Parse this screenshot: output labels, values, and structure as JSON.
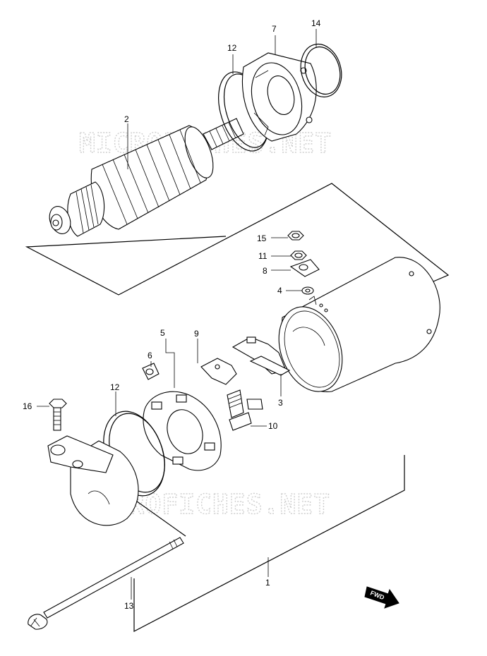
{
  "watermark": "MICROFICHES.NET",
  "direction_badge": "FWD",
  "callouts": {
    "c1": "1",
    "c2": "2",
    "c3": "3",
    "c4": "4",
    "c5": "5",
    "c6": "6",
    "c7": "7",
    "c8": "8",
    "c9": "9",
    "c10": "10",
    "c11": "11",
    "c12a": "12",
    "c12b": "12",
    "c13": "13",
    "c14": "14",
    "c15": "15",
    "c16": "16"
  }
}
